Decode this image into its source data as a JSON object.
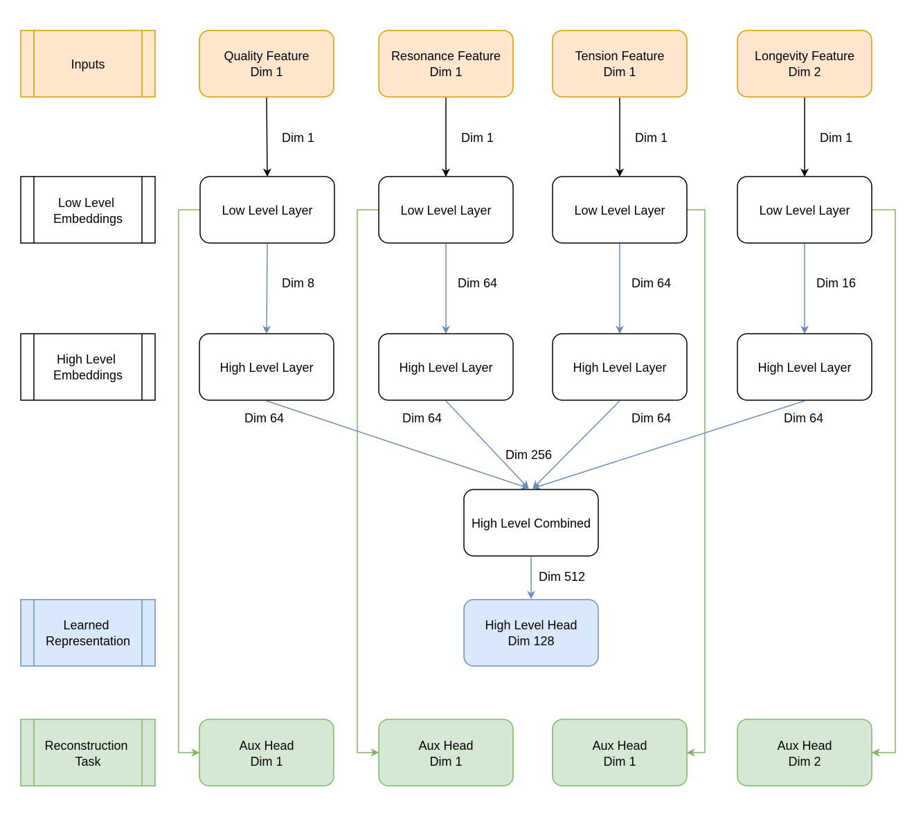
{
  "colors": {
    "input_fill": "#ffe6cc",
    "input_stroke": "#d79b00",
    "neutral_fill": "#ffffff",
    "neutral_stroke": "#000000",
    "learned_fill": "#dae8fc",
    "learned_stroke": "#6c8ebf",
    "recon_fill": "#d5e8d4",
    "recon_stroke": "#82b366",
    "edge_black": "#000000",
    "edge_blue": "#6c8ebf",
    "edge_green": "#82b366"
  },
  "row_labels": {
    "inputs": [
      "Inputs"
    ],
    "low": [
      "Low Level",
      "Embeddings"
    ],
    "high": [
      "High Level",
      "Embeddings"
    ],
    "learned": [
      "Learned",
      "Representation"
    ],
    "recon": [
      "Reconstruction",
      "Task"
    ]
  },
  "inputs": [
    [
      "Quality Feature",
      "Dim 1"
    ],
    [
      "Resonance Feature",
      "Dim 1"
    ],
    [
      "Tension Feature",
      "Dim 1"
    ],
    [
      "Longevity Feature",
      "Dim 2"
    ]
  ],
  "low_layers": [
    "Low Level Layer",
    "Low Level Layer",
    "Low Level Layer",
    "Low Level Layer"
  ],
  "high_layers": [
    "High Level Layer",
    "High Level Layer",
    "High Level Layer",
    "High Level Layer"
  ],
  "combined": [
    "High Level Combined"
  ],
  "head": [
    "High Level Head",
    "Dim 128"
  ],
  "aux_heads": [
    [
      "Aux Head",
      "Dim 1"
    ],
    [
      "Aux Head",
      "Dim 1"
    ],
    [
      "Aux Head",
      "Dim 1"
    ],
    [
      "Aux Head",
      "Dim 2"
    ]
  ],
  "edge_labels": {
    "input_to_low": [
      "Dim 1",
      "Dim 1",
      "Dim 1",
      "Dim 1"
    ],
    "low_to_high": [
      "Dim 8",
      "Dim 64",
      "Dim 64",
      "Dim 16"
    ],
    "high_to_combined": [
      "Dim 64",
      "Dim 64",
      "Dim 64",
      "Dim 64"
    ],
    "combined_in": "Dim 256",
    "combined_to_head": "Dim 512"
  }
}
